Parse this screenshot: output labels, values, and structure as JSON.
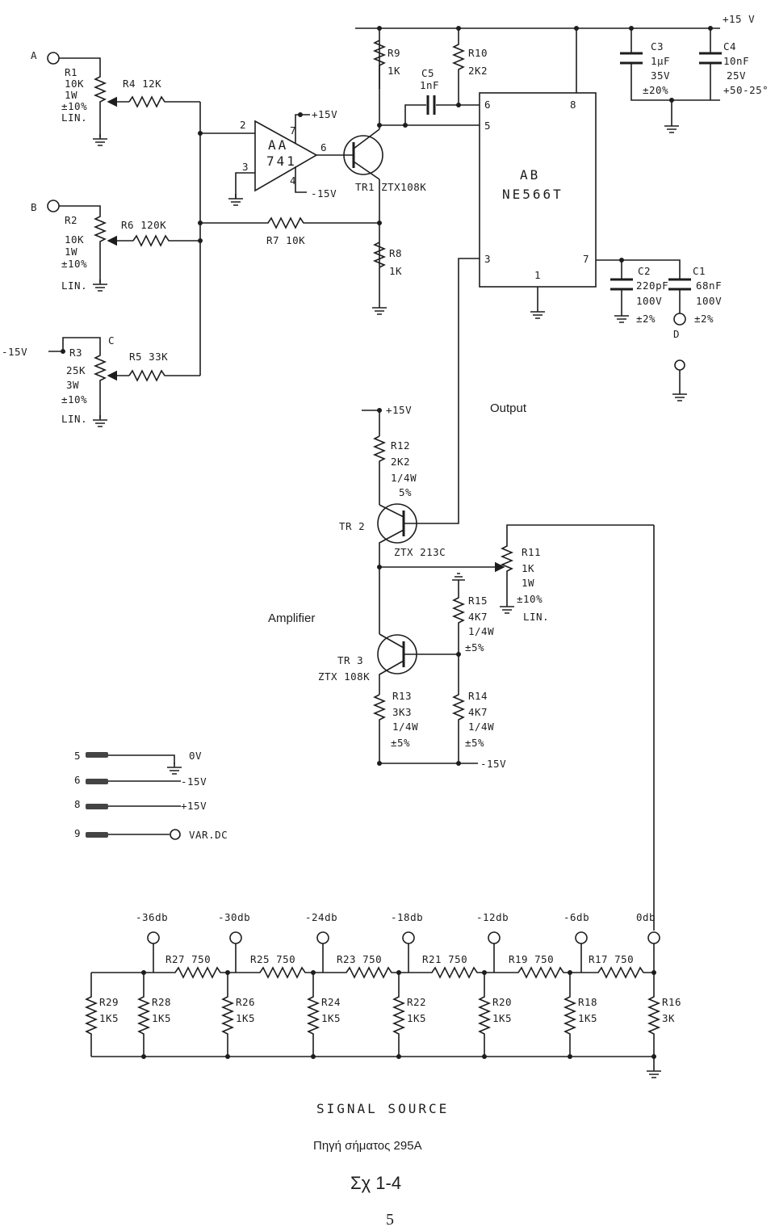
{
  "schematic": {
    "rails": {
      "top_supply": "+15 V"
    },
    "inputs": {
      "a": "A",
      "b": "B",
      "c": "C",
      "d": "D"
    },
    "r1": {
      "name": "R1",
      "lines": [
        "10K",
        "1W",
        "±10%",
        "LIN."
      ]
    },
    "r2": {
      "name": "R2",
      "lines": [
        "10K",
        "1W",
        "±10%",
        "LIN."
      ]
    },
    "r3": {
      "name": "R3",
      "lines": [
        "25K",
        "3W",
        "±10%",
        "LIN."
      ],
      "supply": "-15V"
    },
    "r4": "R4 12K",
    "r5": "R5 33K",
    "r6": "R6 120K",
    "r7": "R7 10K",
    "r8": {
      "name": "R8",
      "value": "1K"
    },
    "r9": {
      "name": "R9",
      "value": "1K"
    },
    "r10": {
      "name": "R10",
      "value": "2K2"
    },
    "c5": {
      "name": "C5",
      "value": "1nF"
    },
    "c3": {
      "name": "C3",
      "lines": [
        "1μF",
        "35V",
        "±20%"
      ]
    },
    "c4": {
      "name": "C4",
      "lines": [
        "10nF",
        "25V",
        "+50-25°"
      ]
    },
    "c2": {
      "name": "C2",
      "lines": [
        "220pF",
        "100V",
        "±2%"
      ]
    },
    "c1": {
      "name": "C1",
      "lines": [
        "68nF",
        "100V",
        "±2%"
      ]
    },
    "opamp": {
      "line1": "AA",
      "line2": "741",
      "pin2": "2",
      "pin3": "3",
      "pin6": "6",
      "pin7": "7",
      "pin4": "4",
      "vpos": "+15V",
      "vneg": "-15V"
    },
    "tr1": "TR1  ZTX108K",
    "ic": {
      "line1": "AB",
      "line2": "NE566T",
      "pin6": "6",
      "pin5": "5",
      "pin8": "8",
      "pin3": "3",
      "pin7": "7",
      "pin1": "1"
    },
    "output_label": "Output",
    "amplifier_label": "Amplifier",
    "tr2": {
      "name": "TR 2",
      "part": "ZTX 213C"
    },
    "tr3": {
      "name": "TR 3",
      "part": "ZTX 108K"
    },
    "r12": {
      "name": "R12",
      "lines": [
        "2K2",
        "1/4W",
        "5%"
      ],
      "supply": "+15V"
    },
    "r11": {
      "name": "R11",
      "lines": [
        "1K",
        "1W",
        "±10%",
        "LIN."
      ]
    },
    "r15": {
      "name": "R15",
      "lines": [
        "4K7",
        "1/4W",
        "±5%"
      ]
    },
    "r13": {
      "name": "R13",
      "lines": [
        "3K3",
        "1/4W",
        "±5%"
      ]
    },
    "r14": {
      "name": "R14",
      "lines": [
        "4K7",
        "1/4W",
        "±5%"
      ]
    },
    "bottom_rail": "-15V",
    "connector": [
      {
        "pin": "5",
        "label": "0V"
      },
      {
        "pin": "6",
        "label": "-15V"
      },
      {
        "pin": "8",
        "label": "+15V"
      },
      {
        "pin": "9",
        "label": "VAR.DC"
      }
    ],
    "attenuator": {
      "taps": [
        "-36db",
        "-30db",
        "-24db",
        "-18db",
        "-12db",
        "-6db",
        "0db"
      ],
      "series": [
        "R27 750",
        "R25 750",
        "R23 750",
        "R21 750",
        "R19 750",
        "R17 750"
      ],
      "shunts": [
        {
          "name": "R29",
          "value": "1K5"
        },
        {
          "name": "R28",
          "value": "1K5"
        },
        {
          "name": "R26",
          "value": "1K5"
        },
        {
          "name": "R24",
          "value": "1K5"
        },
        {
          "name": "R22",
          "value": "1K5"
        },
        {
          "name": "R20",
          "value": "1K5"
        },
        {
          "name": "R18",
          "value": "1K5"
        },
        {
          "name": "R16",
          "value": "3K"
        }
      ]
    },
    "title": "SIGNAL SOURCE",
    "caption": "Πηγή σήματος 295A",
    "figure": "Σχ 1-4",
    "page_number": "5"
  }
}
